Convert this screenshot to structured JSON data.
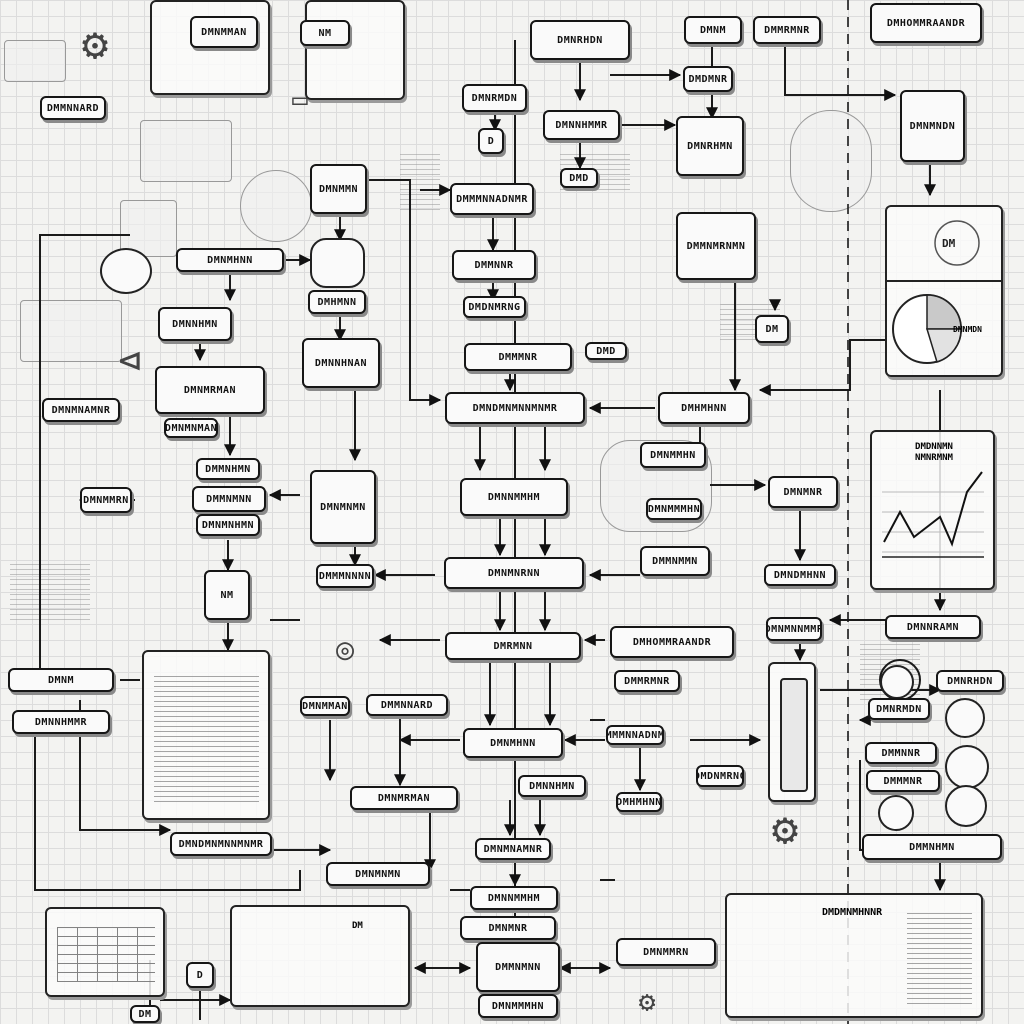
{
  "diagram": {
    "nodes": [
      "DMHOMMRAANDR",
      "DMNM",
      "DMMRMNR",
      "DMNRHDN",
      "DMNMMAN",
      "DMMNNARD",
      "DMNRMDN",
      "DMNNHMMR",
      "DMMMNNADNMR",
      "DMNMHNN",
      "DMMNNR",
      "DMDNMRNG",
      "DMNNHMN",
      "DMMMNR",
      "DMNMRMAN",
      "DMHMHNN",
      "DMNDMNMNNMNMR",
      "DMNMNAMNR",
      "DMMNHMN",
      "DMNMNMN",
      "DMNNMMHM",
      "DMNMNR",
      "DMNMMRN",
      "DMMNMNN",
      "DMNMMMHN",
      "DMNMNHMN",
      "DMMNMMN",
      "DMNMNRNN",
      "DMMMNNNN",
      "DMNDMHNN",
      "DMNNRAMN",
      "DMHMNN",
      "DMNMNMAN",
      "DMDMNR",
      "DMNRHMN",
      "DMNMMN",
      "DMMNMRNMN",
      "DMNNHNAN",
      "DMNMNNMMR",
      "DMRMNN",
      "DMNMNDN",
      "DMNMMHN"
    ],
    "short_labels": [
      "D",
      "DM",
      "DMD",
      "NM"
    ],
    "panels": {
      "chart_title": "DMDNNMN\nNMNRMNM",
      "report_title": "DMDMNMHNNR",
      "pie_caption": "DMNMDN"
    }
  }
}
